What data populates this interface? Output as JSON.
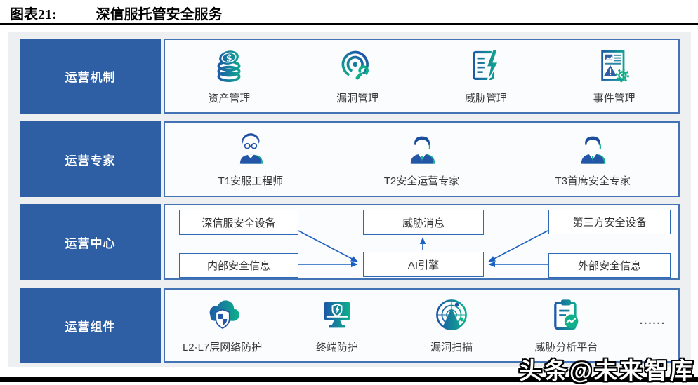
{
  "figure": {
    "label": "图表21:",
    "title": "深信服托管安全服务"
  },
  "watermark": "头条@未来智库",
  "colors": {
    "row_label_blue": "#2e5fa5",
    "content_border_blue": "#4372b5",
    "panel_gray": "#edeff1",
    "arrow_blue": "#1b5fc0",
    "icon_gradient_start": "#1d55a8",
    "icon_gradient_end": "#0db18c"
  },
  "rows": [
    {
      "label": "运营机制",
      "items": [
        {
          "icon": "coins-icon",
          "label": "资产管理"
        },
        {
          "icon": "radar-wrench-icon",
          "label": "漏洞管理"
        },
        {
          "icon": "doc-lightning-icon",
          "label": "威胁管理"
        },
        {
          "icon": "doc-alert-gear-icon",
          "label": "事件管理"
        }
      ]
    },
    {
      "label": "运营专家",
      "items": [
        {
          "icon": "person-cap-icon",
          "label": "T1安服工程师"
        },
        {
          "icon": "person-suit-icon",
          "label": "T2安全运营专家"
        },
        {
          "icon": "person-suit-icon",
          "label": "T3首席安全专家"
        }
      ]
    },
    {
      "label": "运营中心",
      "nodes": {
        "sangfor_device": "深信服安全设备",
        "internal_info": "内部安全信息",
        "threat_message": "威胁消息",
        "ai_engine": "AI引擎",
        "third_party_device": "第三方安全设备",
        "external_info": "外部安全信息"
      }
    },
    {
      "label": "运营组件",
      "items": [
        {
          "icon": "cloud-shield-icon",
          "label": "L2-L7层网络防护"
        },
        {
          "icon": "monitor-shield-icon",
          "label": "终端防护"
        },
        {
          "icon": "radar-scan-icon",
          "label": "漏洞扫描"
        },
        {
          "icon": "clipboard-chart-icon",
          "label": "威胁分析平台"
        }
      ],
      "more": "......"
    }
  ]
}
